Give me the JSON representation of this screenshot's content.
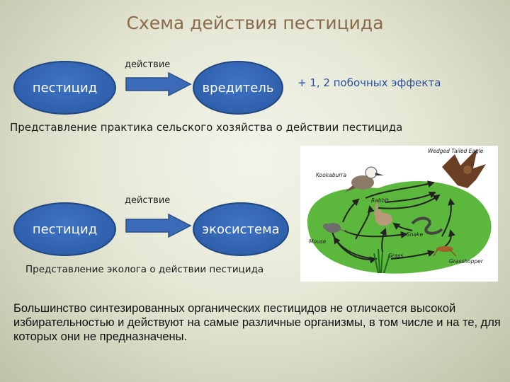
{
  "title": "Схема действия пестицида",
  "farmer_view": {
    "source": "пестицид",
    "action": "действие",
    "target": "вредитель",
    "side_effects": "+ 1, 2 побочных  эффекта",
    "caption": "Представление практика сельского хозяйства о действии пестицида"
  },
  "ecologist_view": {
    "source": "пестицид",
    "action": "действие",
    "target": "экосистема",
    "caption": "Представление эколога о действии пестицида"
  },
  "food_web": {
    "labels": {
      "eagle": "Wedged Tailed Eagle",
      "kookaburra": "Kookaburra",
      "rabbit": "Rabbit",
      "mouse": "Mouse",
      "snake": "Snake",
      "grass": "Grass",
      "grasshopper": "Grasshopper"
    }
  },
  "conclusion": "Большинство синтезированных органических пестицидов не отличается высокой избирательностью и действуют на самые различные организмы, в том числе и на те, для которых они не предназначены.",
  "colors": {
    "oval": "#2f60ad",
    "arrow": "#3a6ab8",
    "side_effects": "#2a4f9a",
    "title": "#8a6a4a",
    "land": "#5cb83c"
  }
}
